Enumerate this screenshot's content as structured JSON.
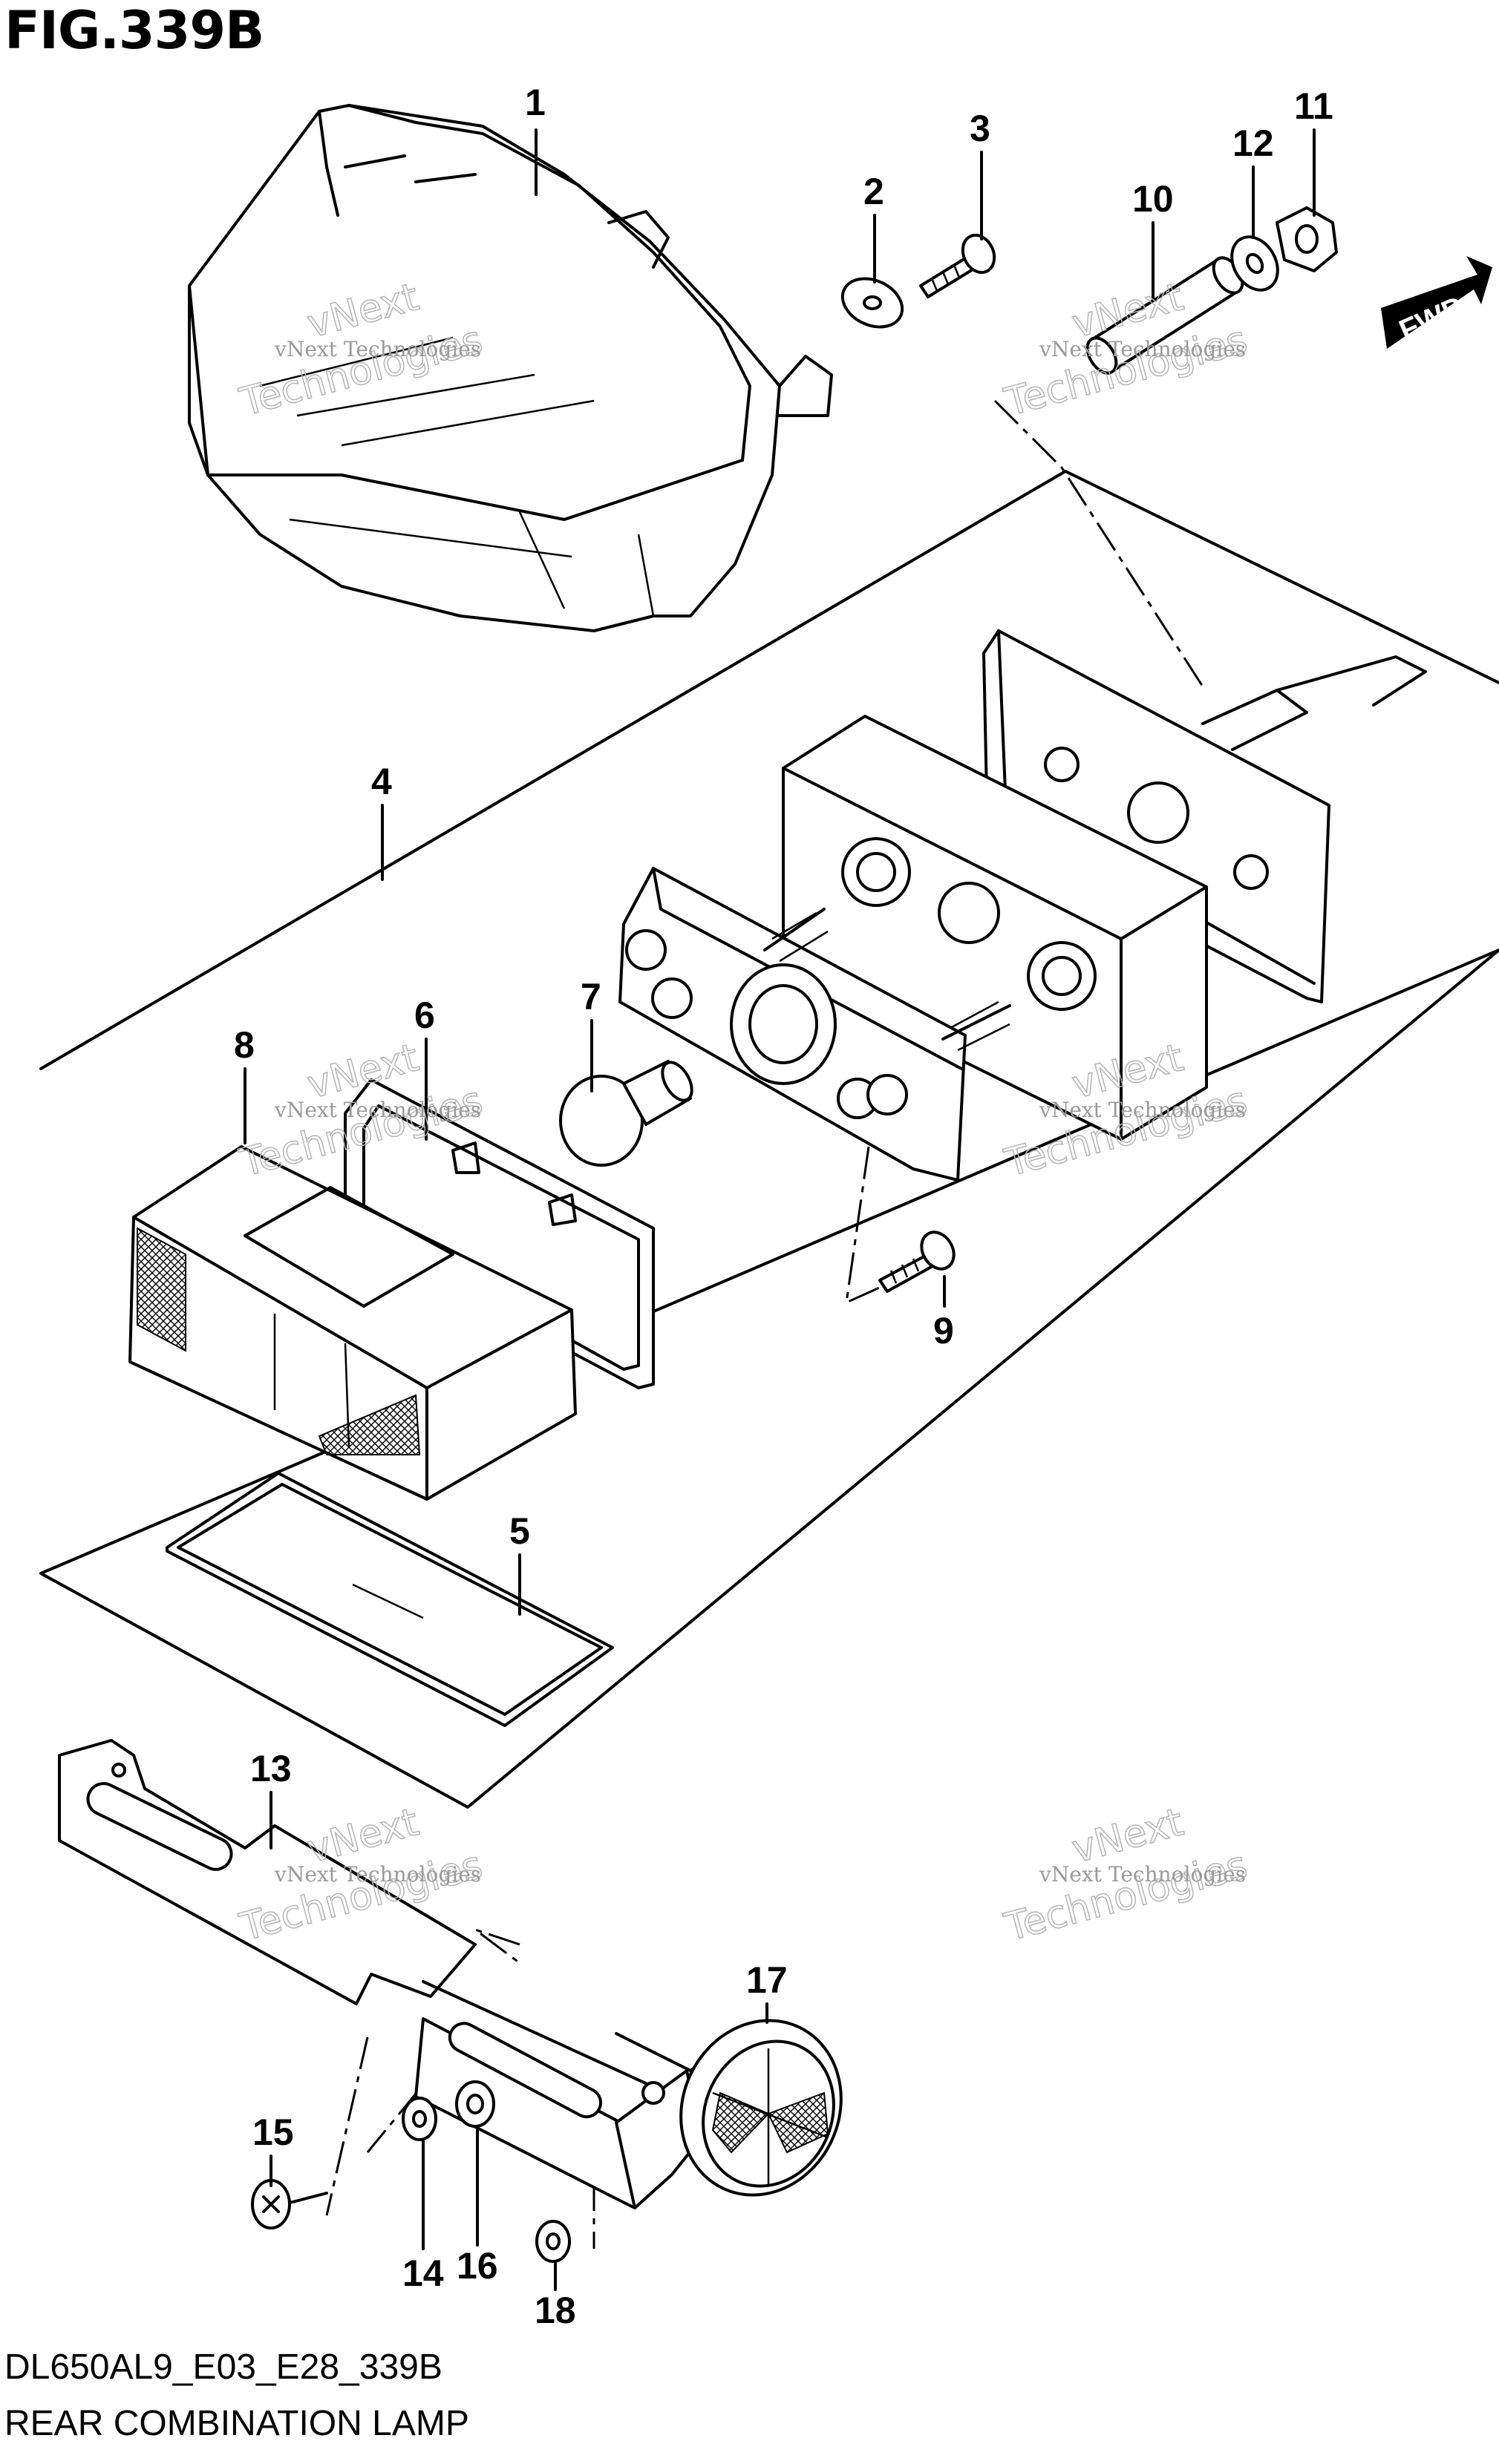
{
  "figure": {
    "title": "FIG.339B",
    "code": "DL650AL9_E03_E28_339B",
    "caption": "REAR COMBINATION LAMP"
  },
  "direction_badge": "FWD",
  "watermark": {
    "line1": "vNext Technologies",
    "line2": "vNext",
    "line3": "Technologies"
  },
  "callouts": {
    "c1": "1",
    "c2": "2",
    "c3": "3",
    "c4": "4",
    "c5": "5",
    "c6": "6",
    "c7": "7",
    "c8": "8",
    "c9": "9",
    "c10": "10",
    "c11": "11",
    "c12": "12",
    "c13": "13",
    "c14": "14",
    "c15": "15",
    "c16": "16",
    "c17": "17",
    "c18": "18"
  }
}
